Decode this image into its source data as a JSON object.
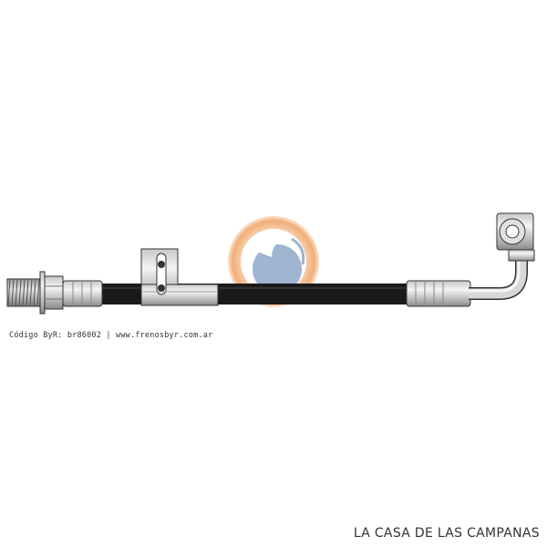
{
  "caption": {
    "code_label": "Código ByR:",
    "code_value": "br86002",
    "separator": "|",
    "website": "www.frenosbyr.com.ar"
  },
  "footer": {
    "store_name": "LA CASA DE LAS CAMPANAS"
  },
  "colors": {
    "hose": "#1a1a1a",
    "metal_light": "#f2f2f2",
    "metal_mid": "#c8c8c8",
    "metal_dark": "#8a8a8a",
    "outline": "#333333",
    "watermark_ring": "#f3b07a",
    "watermark_core": "#8fa8c8"
  },
  "icons": {
    "watermark": "byr-logo-watermark",
    "part": "brake-hose-illustration"
  }
}
